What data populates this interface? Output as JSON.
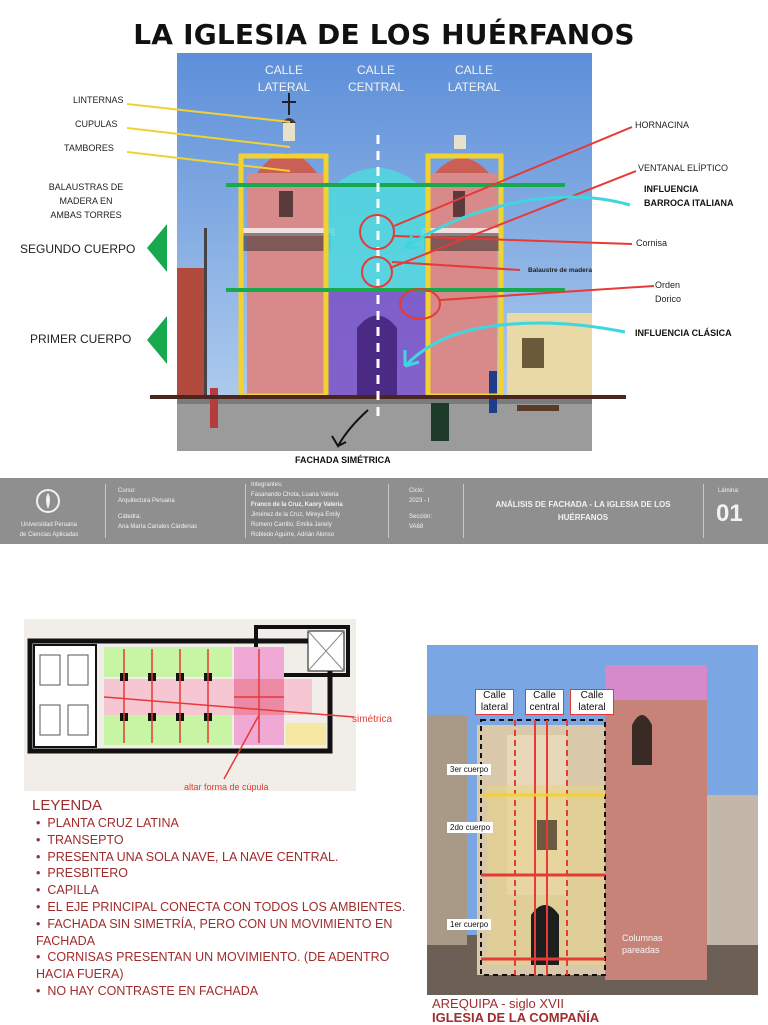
{
  "title": "LA IGLESIA DE LOS HUÉRFANOS",
  "streets": {
    "left": [
      "CALLE",
      "LATERAL"
    ],
    "center": [
      "CALLE",
      "CENTRAL"
    ],
    "right": [
      "CALLE",
      "LATERAL"
    ]
  },
  "left_labels": {
    "linternas": "LINTERNAS",
    "cupulas": "CUPULAS",
    "tambores": "TAMBORES",
    "balaustras": [
      "BALAUSTRAS DE",
      "MADERA EN",
      "AMBAS TORRES"
    ],
    "segundo": "SEGUNDO CUERPO",
    "primero": "PRIMER CUERPO"
  },
  "right_labels": {
    "hornacina": "HORNACINA",
    "ventanal": "VENTANAL ELÍPTICO",
    "influencia_barroca": [
      "INFLUENCIA",
      "BARROCA ITALIANA"
    ],
    "cornisa": "Cornisa",
    "balaustre": "Balaustre de madera",
    "orden": [
      "Orden",
      "Dorico"
    ],
    "influencia_clasica": "INFLUENCIA CLÁSICA"
  },
  "facade_caption": "FACHADA SIMÉTRICA",
  "infobar": {
    "university": [
      "Universidad Peruana",
      "de Ciencias Aplicadas"
    ],
    "curso_label": "Curso:",
    "curso": "Arquitectura Peruana",
    "catedra_label": "Cátedra:",
    "catedra": "Ana María Canales Cárdenas",
    "integrantes_label": "Integrantes:",
    "integrantes": [
      "Fasanando Chota, Luana Valeria",
      "Franco de la Cruz, Kaory Valeria",
      "Jiménez de la Cruz, Mireya Emily",
      "Romero Carrillo, Emilia Janely",
      "Robledo Aguirre, Adrián Alonso"
    ],
    "ciclo_label": "Ciclo:",
    "ciclo": "2023 - I",
    "seccion_label": "Sección:",
    "seccion": "VA68",
    "analysis_title": [
      "ANÁLISIS DE FACHADA - LA IGLESIA DE LOS",
      "HUÉRFANOS"
    ],
    "lamina_label": "Lámina:",
    "lamina": "01"
  },
  "plan_labels": {
    "simetrica": "simétrica",
    "altar": "altar forma de cúpula"
  },
  "legend": {
    "title": "LEYENDA",
    "items": [
      "PLANTA CRUZ LATINA",
      "TRANSEPTO",
      "PRESENTA UNA SOLA NAVE, LA NAVE CENTRAL.",
      "PRESBITERO",
      "CAPILLA",
      "EL EJE PRINCIPAL CONECTA CON TODOS LOS AMBIENTES.",
      "FACHADA SIN SIMETRÍA, PERO CON UN MOVIMIENTO EN FACHADA",
      "CORNISAS PRESENTAN UN MOVIMIENTO. (DE ADENTRO HACIA FUERA)",
      "NO HAY CONTRASTE EN FACHADA"
    ]
  },
  "arequipa": {
    "streets": [
      [
        "Calle",
        "lateral"
      ],
      [
        "Calle",
        "central"
      ],
      [
        "Calle",
        "lateral"
      ]
    ],
    "cuerpos": [
      "3er cuerpo",
      "2do cuerpo",
      "1er cuerpo"
    ],
    "columnas": [
      "Columnas",
      "pareadas"
    ],
    "caption1": "AREQUIPA - siglo XVII",
    "caption2": "IGLESIA DE LA COMPAÑÍA"
  },
  "colors": {
    "accent_green": "#18a84d",
    "accent_yellow": "#f2d230",
    "accent_red": "#e53a35",
    "accent_cyan": "#40d6df",
    "legend_red": "#a02c2c",
    "bar_gray": "#8f8f8f"
  }
}
